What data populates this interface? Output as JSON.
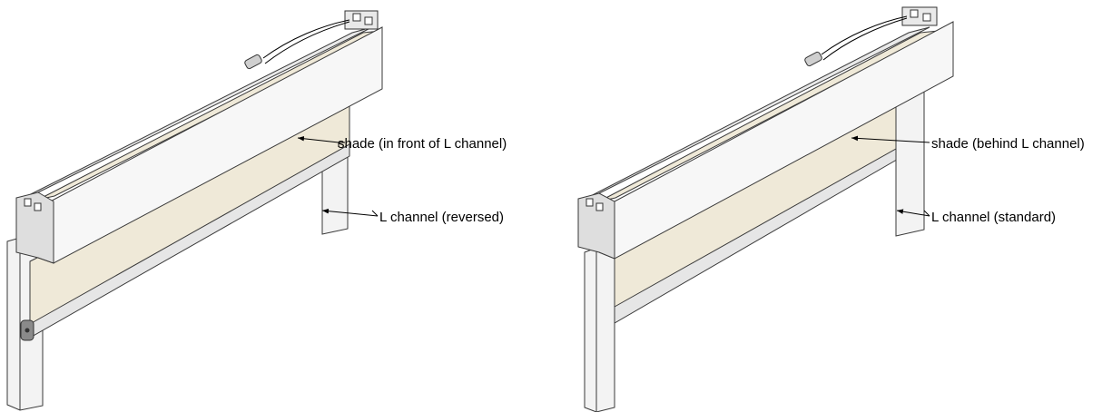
{
  "diagrams": [
    {
      "shade_label": "shade (in front of L channel)",
      "channel_label": "L channel (reversed)"
    },
    {
      "shade_label": "shade (behind L channel)",
      "channel_label": "L channel (standard)"
    }
  ],
  "colors": {
    "fabric": "#efe9d8",
    "fabric_shadow": "#e2dac4",
    "cassette_face": "#f7f7f7",
    "cassette_top": "#e9e9e9",
    "channel": "#f3f3f3",
    "hembar": "#e6e6e6",
    "outline": "#3a3a3a"
  }
}
